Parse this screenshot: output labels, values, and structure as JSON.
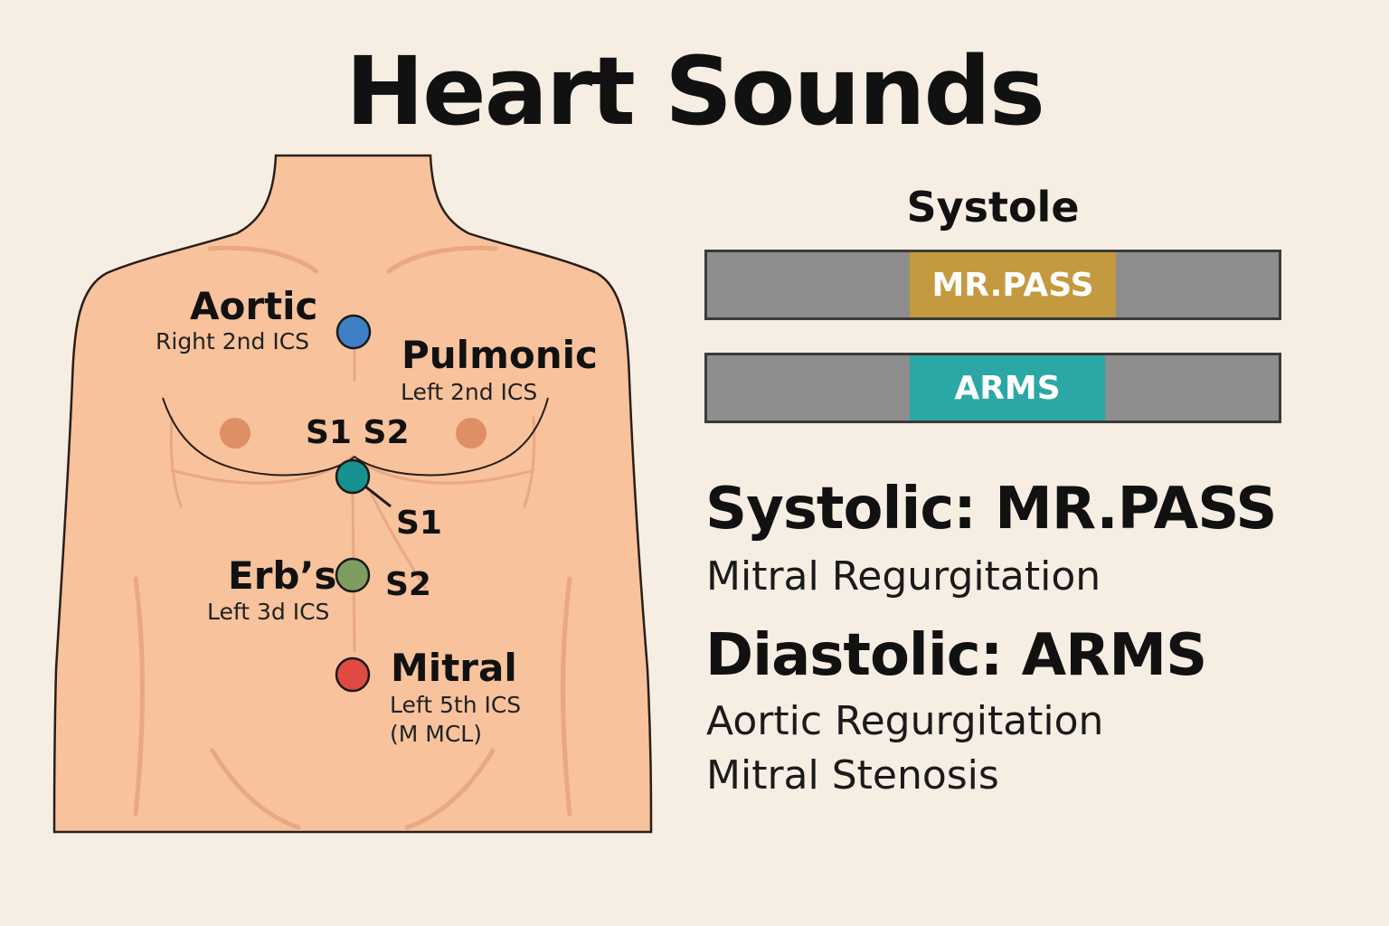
{
  "title": "Heart Sounds",
  "sites": {
    "aortic": {
      "name": "Aortic",
      "location": "Right 2nd ICS",
      "color": "#3f7fc6"
    },
    "pulmonic": {
      "name": "Pulmonic",
      "location": "Left 2nd ICS"
    },
    "tricuspid": {
      "label": "S1 S2",
      "color": "#17918f"
    },
    "erbs": {
      "name": "Erb’s",
      "location": "Left 3d ICS",
      "color": "#7e9c60"
    },
    "mitral": {
      "name": "Mitral",
      "location_line1": "Left 5th ICS",
      "location_line2": "(M MCL)",
      "color": "#e04a43"
    }
  },
  "sound_labels": {
    "s1": "S1",
    "s2": "S2"
  },
  "systole": {
    "heading": "Systole",
    "bars": [
      {
        "label": "MR.PASS",
        "color": "#c39a3f"
      },
      {
        "label": "ARMS",
        "color": "#2ba7a5"
      }
    ]
  },
  "mnemonics": {
    "systolic": {
      "heading": "Systolic: MR.PASS",
      "items": [
        "Mitral Regurgitation"
      ]
    },
    "diastolic": {
      "heading": "Diastolic: ARMS",
      "items": [
        "Aortic Regurgitation",
        "Mitral Stenosis"
      ]
    }
  },
  "colors": {
    "background": "#f6ede3",
    "skin": "#f7c29c",
    "skin_shade": "#e9a884",
    "nipple": "#de9064",
    "outline": "#2a1e18"
  }
}
